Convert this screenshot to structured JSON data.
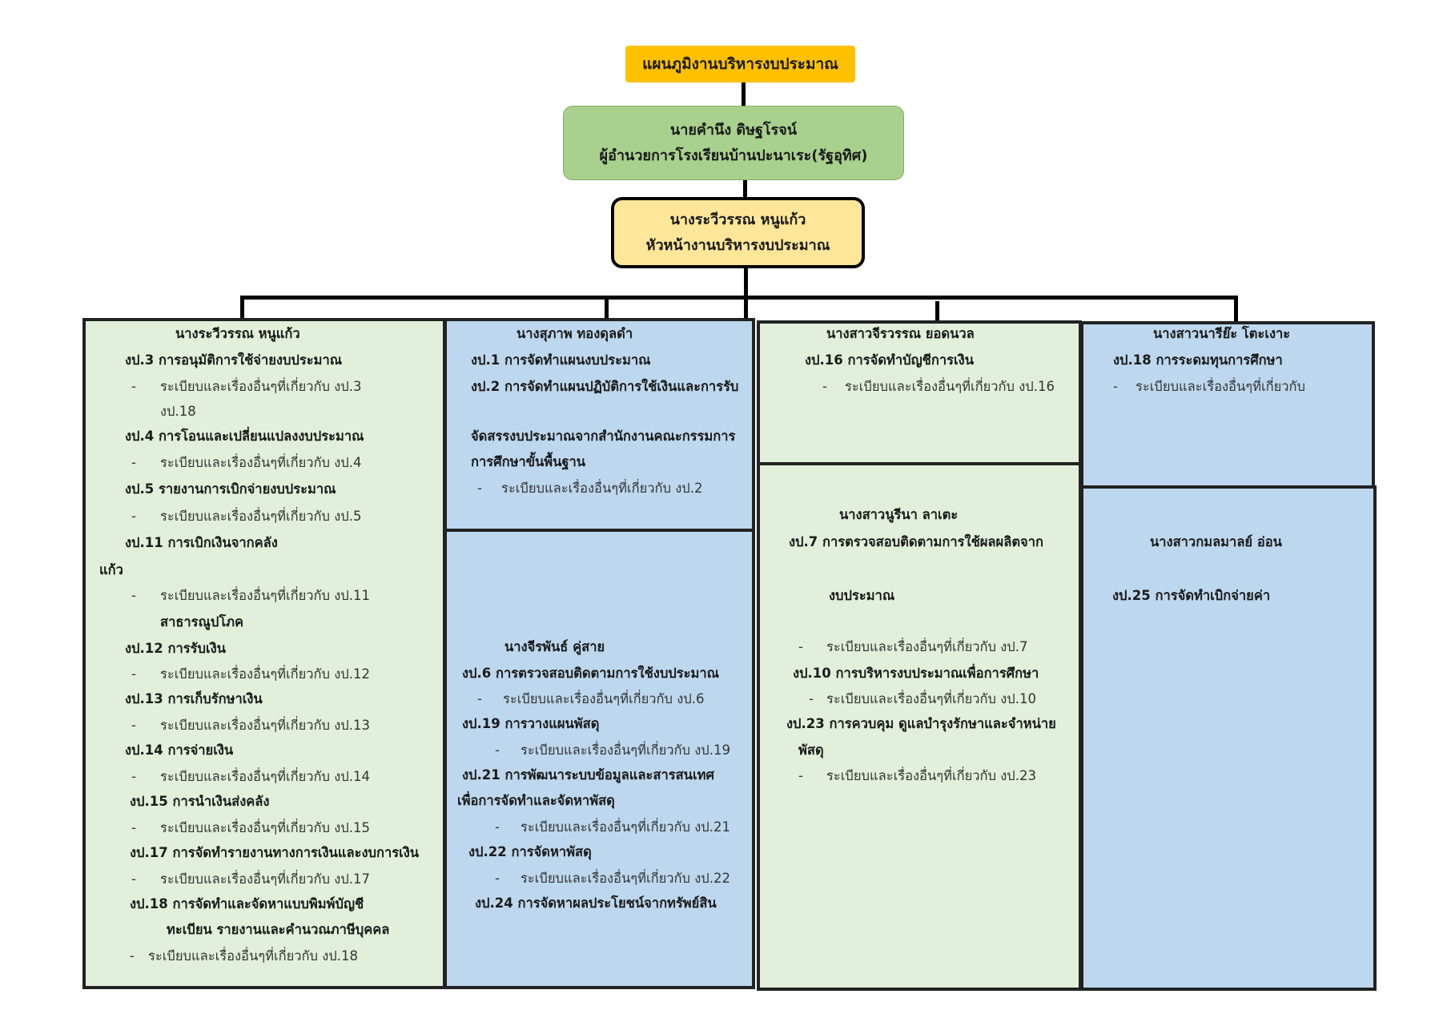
{
  "title": "แผนภูมิงานบริหารงบประมาณ",
  "director": {
    "name": "นายคำนึง  ดิษฐโรจน์",
    "position": "ผู้อำนวยการโรงเรียนบ้านปะนาเระ(รัฐอุทิศ)"
  },
  "head": {
    "name": "นางระวีวรรณ  หนูแก้ว",
    "position": "หัวหน้างานบริหารงบประมาณ"
  },
  "col1": {
    "name": "นางระวีวรรณ  หนูแก้ว",
    "items": [
      "งป.3 การอนุมัติการใช้จ่ายงบประมาณ",
      "-",
      "ระเบียบและเรื่องอื่นๆที่เกี่ยวกับ งป.3",
      "งป.18",
      "งป.4 การโอนและเปลี่ยนแปลงงบประมาณ",
      "-",
      "ระเบียบและเรื่องอื่นๆที่เกี่ยวกับ งป.4",
      "งป.5 รายงานการเบิกจ่ายงบประมาณ",
      "-",
      "ระเบียบและเรื่องอื่นๆที่เกี่ยวกับ งป.5",
      "งป.11 การเบิกเงินจากคลัง",
      "แก้ว",
      "-",
      "ระเบียบและเรื่องอื่นๆที่เกี่ยวกับ งป.11",
      "สาธารณูปโภค",
      "งป.12 การรับเงิน",
      "-",
      "ระเบียบและเรื่องอื่นๆที่เกี่ยวกับ งป.12",
      "งป.13 การเก็บรักษาเงิน",
      "-",
      "ระเบียบและเรื่องอื่นๆที่เกี่ยวกับ งป.13",
      "งป.14 การจ่ายเงิน",
      "-",
      "ระเบียบและเรื่องอื่นๆที่เกี่ยวกับ งป.14",
      "งป.15 การนำเงินส่งคลัง",
      "-",
      "ระเบียบและเรื่องอื่นๆที่เกี่ยวกับ งป.15",
      "งป.17 การจัดทำรายงานทางการเงินและงบการเงิน",
      "-",
      "ระเบียบและเรื่องอื่นๆที่เกี่ยวกับ งป.17",
      "งป.18 การจัดทำและจัดหาแบบพิมพ์บัญชี",
      "ทะเบียน  รายงานและคำนวณภาษีบุคคล",
      "-",
      "ระเบียบและเรื่องอื่นๆที่เกี่ยวกับ งป.18"
    ]
  },
  "col2a": {
    "name": "นางสุภาพ  ทองดุลดำ",
    "items": [
      "งป.1 การจัดทำแผนงบประมาณ",
      "งป.2 การจัดทำแผนปฏิบัติการใช้เงินและการรับ",
      "จัดสรรงบประมาณจากสำนักงานคณะกรรมการ",
      "การศึกษาขั้นพื้นฐาน",
      "-",
      "ระเบียบและเรื่องอื่นๆที่เกี่ยวกับ งป.2"
    ]
  },
  "col2b": {
    "name": "นางจีรพันธ์  คู่สาย",
    "items": [
      "งป.6 การตรวจสอบติดตามการใช้งบประมาณ",
      "-",
      "ระเบียบและเรื่องอื่นๆที่เกี่ยวกับ งป.6",
      "งป.19 การวางแผนพัสดุ",
      "-",
      "ระเบียบและเรื่องอื่นๆที่เกี่ยวกับ งป.19",
      "งป.21 การพัฒนาระบบข้อมูลและสารสนเทศ",
      "เพื่อการจัดทำและจัดหาพัสดุ",
      "-",
      "ระเบียบและเรื่องอื่นๆที่เกี่ยวกับ งป.21",
      "งป.22 การจัดหาพัสดุ",
      "-",
      "ระเบียบและเรื่องอื่นๆที่เกี่ยวกับ งป.22",
      "งป.24 การจัดหาผลประโยชน์จากทรัพย์สิน"
    ]
  },
  "col3a": {
    "name": "นางสาวจีรวรรณ  ยอดนวล",
    "items": [
      "งป.16  การจัดทำบัญชีการเงิน",
      "-",
      "ระเบียบและเรื่องอื่นๆที่เกี่ยวกับ งป.16"
    ]
  },
  "col3b": {
    "name": "นางสาวนูรีนา  ลาเตะ",
    "items": [
      "งป.7 การตรวจสอบติดตามการใช้ผลผลิตจาก",
      "งบประมาณ",
      "-",
      "ระเบียบและเรื่องอื่นๆที่เกี่ยวกับ งป.7",
      "งป.10 การบริหารงบประมาณเพื่อการศึกษา",
      "-",
      "ระเบียบและเรื่องอื่นๆที่เกี่ยวกับ งป.10",
      "งป.23 การควบคุม  ดูแลบำรุงรักษาและจำหน่าย",
      "พัสดุ",
      "-",
      "ระเบียบและเรื่องอื่นๆที่เกี่ยวกับ งป.23"
    ]
  },
  "col4a": {
    "name": "นางสาวนารีย๊ะ  โตะเงาะ",
    "items": [
      "งป.18 การระดมทุนการศึกษา",
      "-",
      "ระเบียบและเรื่องอื่นๆที่เกี่ยวกับ"
    ]
  },
  "col4b": {
    "name": "นางสาวกมลมาลย์  อ่อน",
    "items": [
      "งป.25 การจัดทำเบิกจ่ายค่า"
    ]
  }
}
